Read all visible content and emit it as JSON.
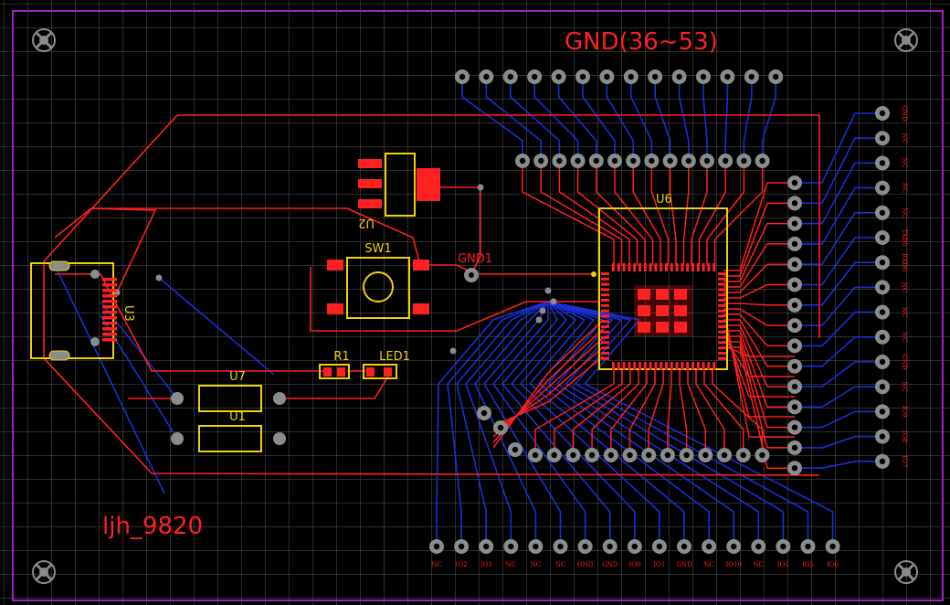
{
  "board": {
    "colors": {
      "background": "#000000",
      "grid": "#5a5a5a",
      "outline": "#a020c0",
      "top_copper": "#ff2020",
      "bottom_copper": "#1a2fd6",
      "silkscreen": "#f0d200",
      "pad": "#8c8c8c",
      "mounting_hole": "#8a8a8a"
    },
    "labels": {
      "gnd_range": "GND(36~53)",
      "author": "ljh_9820",
      "gnd_point": "GND1"
    },
    "designators": {
      "u6": "U6",
      "u2": "U2",
      "sw1": "SW1",
      "u3": "U3",
      "r1": "R1",
      "led1": "LED1",
      "u7": "U7",
      "u1": "U1"
    },
    "right_pin_labels": [
      "GND",
      "NC",
      "NC",
      "NC",
      "NC",
      "TXD0",
      "RXD0",
      "NC",
      "NC",
      "NC",
      "GND",
      "NC",
      "IO9",
      "IO8",
      "IO7"
    ],
    "bottom_pin_labels": [
      "NC",
      "IO2",
      "IO3",
      "NC",
      "NC",
      "NC",
      "GND",
      "GND",
      "IO0",
      "IO1",
      "GND",
      "NC",
      "IO10",
      "NC",
      "IO4",
      "IO5",
      "IO6"
    ]
  }
}
